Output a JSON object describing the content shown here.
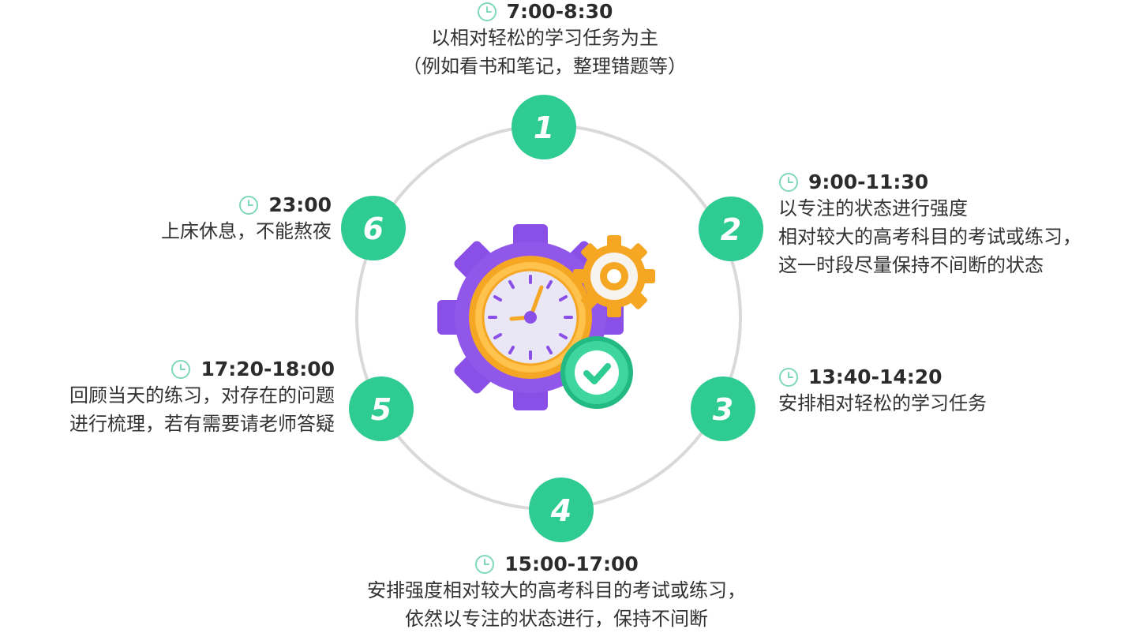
{
  "colors": {
    "ring": "#d9d9d9",
    "step_fill": "#2ecb93",
    "clock_stroke": "#7fd8bc",
    "gear_purple": "#8a4fe6",
    "gear_orange": "#f5a623",
    "check_green": "#2ecb93"
  },
  "center_icon": "gear-clock-check-icon",
  "steps": [
    {
      "number": "1",
      "time": "7:00-8:30",
      "lines": [
        "以相对轻松的学习任务为主",
        "（例如看书和笔记，整理错题等）"
      ]
    },
    {
      "number": "2",
      "time": "9:00-11:30",
      "lines": [
        "以专注的状态进行强度",
        "相对较大的高考科目的考试或练习，",
        "这一时段尽量保持不间断的状态"
      ]
    },
    {
      "number": "3",
      "time": "13:40-14:20",
      "lines": [
        "安排相对轻松的学习任务"
      ]
    },
    {
      "number": "4",
      "time": "15:00-17:00",
      "lines": [
        "安排强度相对较大的高考科目的考试或练习，",
        "依然以专注的状态进行，保持不间断"
      ]
    },
    {
      "number": "5",
      "time": "17:20-18:00",
      "lines": [
        "回顾当天的练习，对存在的问题",
        "进行梳理，若有需要请老师答疑"
      ]
    },
    {
      "number": "6",
      "time": "23:00",
      "lines": [
        "上床休息，不能熬夜"
      ]
    }
  ]
}
